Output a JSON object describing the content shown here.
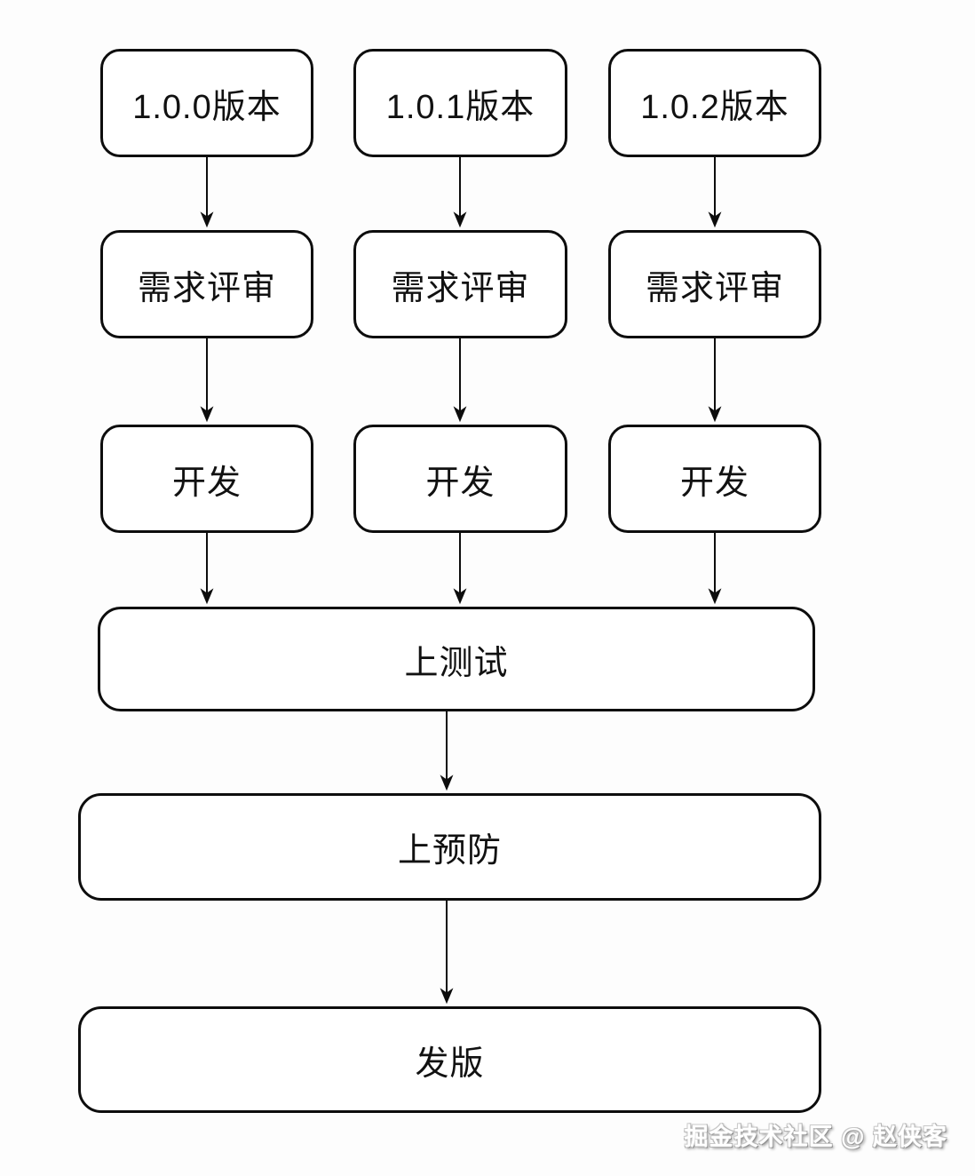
{
  "diagram": {
    "type": "flowchart",
    "columns": [
      {
        "version": "1.0.0版本",
        "review": "需求评审",
        "dev": "开发"
      },
      {
        "version": "1.0.1版本",
        "review": "需求评审",
        "dev": "开发"
      },
      {
        "version": "1.0.2版本",
        "review": "需求评审",
        "dev": "开发"
      }
    ],
    "stages": {
      "test": "上测试",
      "preprod": "上预防",
      "release": "发版"
    },
    "edges": [
      {
        "from": "col1.version",
        "to": "col1.review"
      },
      {
        "from": "col1.review",
        "to": "col1.dev"
      },
      {
        "from": "col1.dev",
        "to": "stages.test"
      },
      {
        "from": "col2.version",
        "to": "col2.review"
      },
      {
        "from": "col2.review",
        "to": "col2.dev"
      },
      {
        "from": "col2.dev",
        "to": "stages.test"
      },
      {
        "from": "col3.version",
        "to": "col3.review"
      },
      {
        "from": "col3.review",
        "to": "col3.dev"
      },
      {
        "from": "col3.dev",
        "to": "stages.test"
      },
      {
        "from": "stages.test",
        "to": "stages.preprod"
      },
      {
        "from": "stages.preprod",
        "to": "stages.release"
      }
    ]
  },
  "watermark": {
    "text": "掘金技术社区 @ 赵侠客"
  },
  "colors": {
    "background": "#fdfdfd",
    "node_fill": "#ffffff",
    "stroke": "#0d0d0d",
    "text": "#111111",
    "watermark_fill": "#ffffff",
    "watermark_shadow": "#8e8e8e"
  }
}
